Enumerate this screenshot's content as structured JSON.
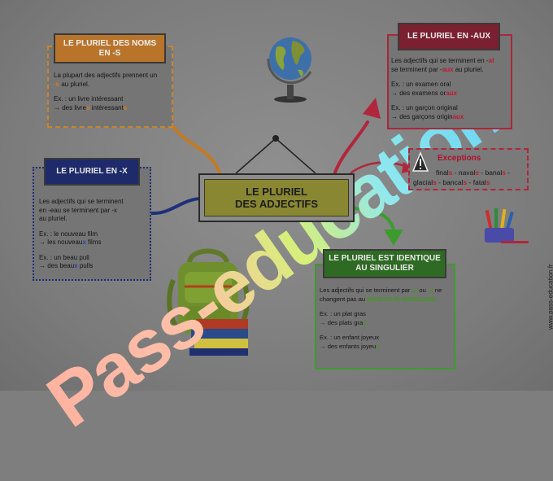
{
  "center": {
    "line1": "LE PLURIEL",
    "line2": "DES ADJECTIFS"
  },
  "noms_s": {
    "title_line1": "LE PLURIEL DES NOMS",
    "title_line2": "EN -S",
    "rule_a": "La plupart des adjectifs prennent un",
    "rule_b_hl": "-s",
    "rule_b_rest": " au pluriel.",
    "ex_label": "Ex. : un livre intéressant",
    "ex_result_a": "→ des livre",
    "ex_result_b": "s",
    "ex_result_c": " intéressant",
    "ex_result_d": "s"
  },
  "x": {
    "title": "LE PLURIEL EN -X",
    "rule_1": "Les adjectifs qui se terminent",
    "rule_2": "en -eau se terminent par -x",
    "rule_3": "au pluriel.",
    "ex1_label": "Ex. : le nouveau film",
    "ex1_result_a": "→ les nouveau",
    "ex1_result_b": "x",
    "ex1_result_c": " films",
    "ex2_label": "Ex. : un beau pull",
    "ex2_result_a": "→ des beau",
    "ex2_result_b": "x",
    "ex2_result_c": " pulls"
  },
  "aux": {
    "title": "LE PLURIEL EN -AUX",
    "rule_1a": "Les adjectifs qui se terminent en -",
    "rule_1b": "al",
    "rule_2a": "se terminent par -",
    "rule_2b": "aux",
    "rule_2c": " au pluriel.",
    "ex1_label": "Ex. : un examen oral",
    "ex1_result_a": "→ des examens or",
    "ex1_result_b": "aux",
    "ex2_label": "Ex. : un garçon original",
    "ex2_result_a": "→ des garçons origin",
    "ex2_result_b": "aux"
  },
  "exceptions": {
    "title": "Exceptions",
    "line1": [
      {
        "t": "final",
        "hl": false
      },
      {
        "t": "s",
        "hl": true
      },
      {
        "t": " - naval",
        "hl": false
      },
      {
        "t": "s",
        "hl": true
      },
      {
        "t": " - banal",
        "hl": false
      },
      {
        "t": "s",
        "hl": true
      },
      {
        "t": " -",
        "hl": false
      }
    ],
    "line2": [
      {
        "t": "glacial",
        "hl": false
      },
      {
        "t": "s",
        "hl": true
      },
      {
        "t": " - bancal",
        "hl": false
      },
      {
        "t": "s",
        "hl": true
      },
      {
        "t": " - fatal",
        "hl": false
      },
      {
        "t": "s",
        "hl": true
      }
    ]
  },
  "same": {
    "title_line1": "LE PLURIEL EST IDENTIQUE",
    "title_line2": "AU SINGULIER",
    "rule_1a": "Les adjectifs qui se terminent par ",
    "rule_1b": "-s",
    "rule_1c": " ou ",
    "rule_1d": "-x",
    "rule_1e": " ne",
    "rule_2a": "changent pas au ",
    "rule_2b": "MASCULIN-SINGULIER.",
    "ex1_label": "Ex. : un plat gras",
    "ex1_result_a": "→ des plats gra",
    "ex1_result_b": "s",
    "ex2_label": "Ex. : un enfant joyeux",
    "ex2_result_a": "→ des enfants joyeu",
    "ex2_result_b": "x"
  },
  "watermark": "Pass-education",
  "site": "www.pass-education.fr",
  "colors": {
    "orange": "#d28a2c",
    "navy": "#1f2f7a",
    "red": "#b0263a",
    "green": "#3d9b2e",
    "hl_orange": "#e07a1a",
    "hl_red": "#c0182e",
    "hl_green": "#3f9a1a",
    "hl_blue": "#2840a8"
  }
}
